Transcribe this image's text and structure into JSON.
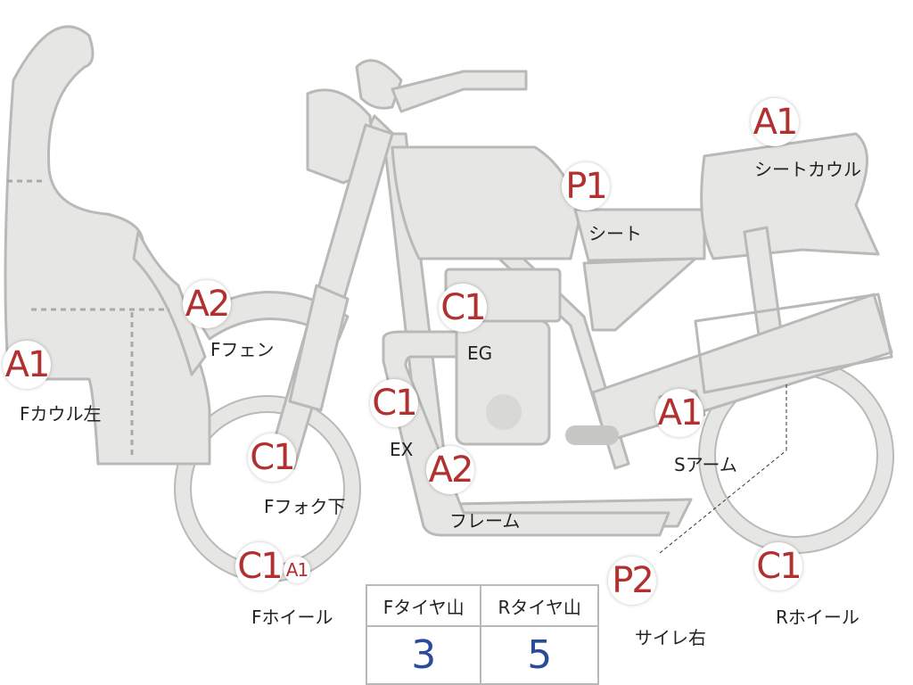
{
  "parts": [
    {
      "name": "fcowl-left",
      "grade": "A1",
      "label": "Fカウル左"
    },
    {
      "name": "ffender",
      "grade": "A2",
      "label": "Fフェン"
    },
    {
      "name": "ffork-lower",
      "grade": "C1",
      "label": "Fフォク下"
    },
    {
      "name": "fwheel",
      "grade": "C1",
      "grade2": "A1",
      "label": "Fホイール"
    },
    {
      "name": "engine",
      "grade": "C1",
      "label": "EG"
    },
    {
      "name": "exhaust",
      "grade": "C1",
      "label": "EX"
    },
    {
      "name": "frame",
      "grade": "A2",
      "label": "フレーム"
    },
    {
      "name": "seat",
      "grade": "P1",
      "label": "シート"
    },
    {
      "name": "seat-cowl",
      "grade": "A1",
      "label": "シートカウル"
    },
    {
      "name": "swingarm",
      "grade": "A1",
      "label": "Sアーム"
    },
    {
      "name": "muffler-right",
      "grade": "P2",
      "label": "サイレ右"
    },
    {
      "name": "rwheel",
      "grade": "C1",
      "label": "Rホイール"
    }
  ],
  "tread_table": {
    "front_header": "Fタイヤ山",
    "rear_header": "Rタイヤ山",
    "front_value": "3",
    "rear_value": "5"
  }
}
